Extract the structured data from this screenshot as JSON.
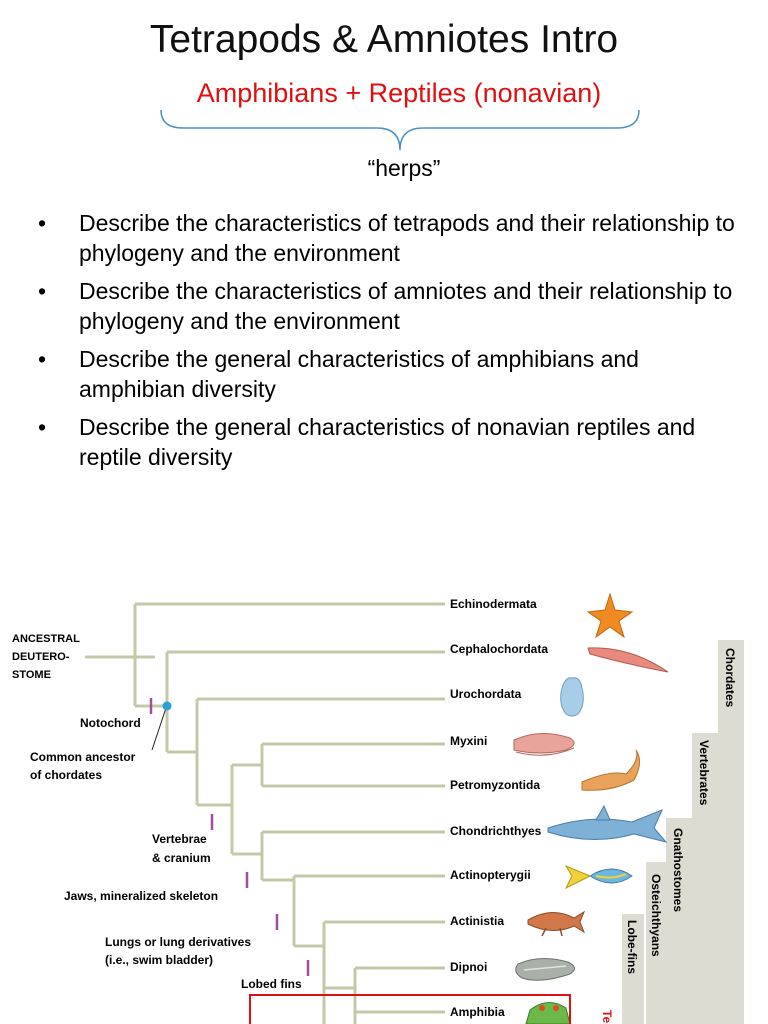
{
  "slide": {
    "title": "Tetrapods & Amniotes Intro",
    "subtitle": "Amphibians + Reptiles (nonavian)",
    "herps_label": "“herps”",
    "bullet_symbol": "•",
    "objectives": [
      "Describe the characteristics of tetrapods and their relationship to phylogeny and the environment",
      "Describe the characteristics of amniotes and their relationship to phylogeny and the environment",
      "Describe the general characteristics of amphibians and amphibian diversity",
      "Describe the general characteristics of nonavian reptiles and reptile diversity"
    ]
  },
  "tree": {
    "root_label_lines": [
      "ANCESTRAL",
      "DEUTERO-",
      "STOME"
    ],
    "taxa": [
      "Echinodermata",
      "Cephalochordata",
      "Urochordata",
      "Myxini",
      "Petromyzontida",
      "Chondrichthyes",
      "Actinopterygii",
      "Actinistia",
      "Dipnoi",
      "Amphibia"
    ],
    "characters": {
      "notochord": "Notochord",
      "common_ancestor_lines": [
        "Common ancestor",
        "of chordates"
      ],
      "vertebrae_lines": [
        "Vertebrae",
        "& cranium"
      ],
      "jaws": "Jaws, mineralized skeleton",
      "lungs_lines": [
        "Lungs or lung derivatives",
        "(i.e., swim bladder)"
      ],
      "lobed_fins": "Lobed fins"
    },
    "clades": [
      "Chordates",
      "Vertebrates",
      "Gnathostomes",
      "Osteichthyans",
      "Lobe-fins",
      "Te"
    ],
    "colors": {
      "branch": "#c5c8a8",
      "marker": "#a0509a",
      "node": "#2a9fd6",
      "clade_bar": "#dcdcd2",
      "highlight": "#e01010"
    }
  }
}
